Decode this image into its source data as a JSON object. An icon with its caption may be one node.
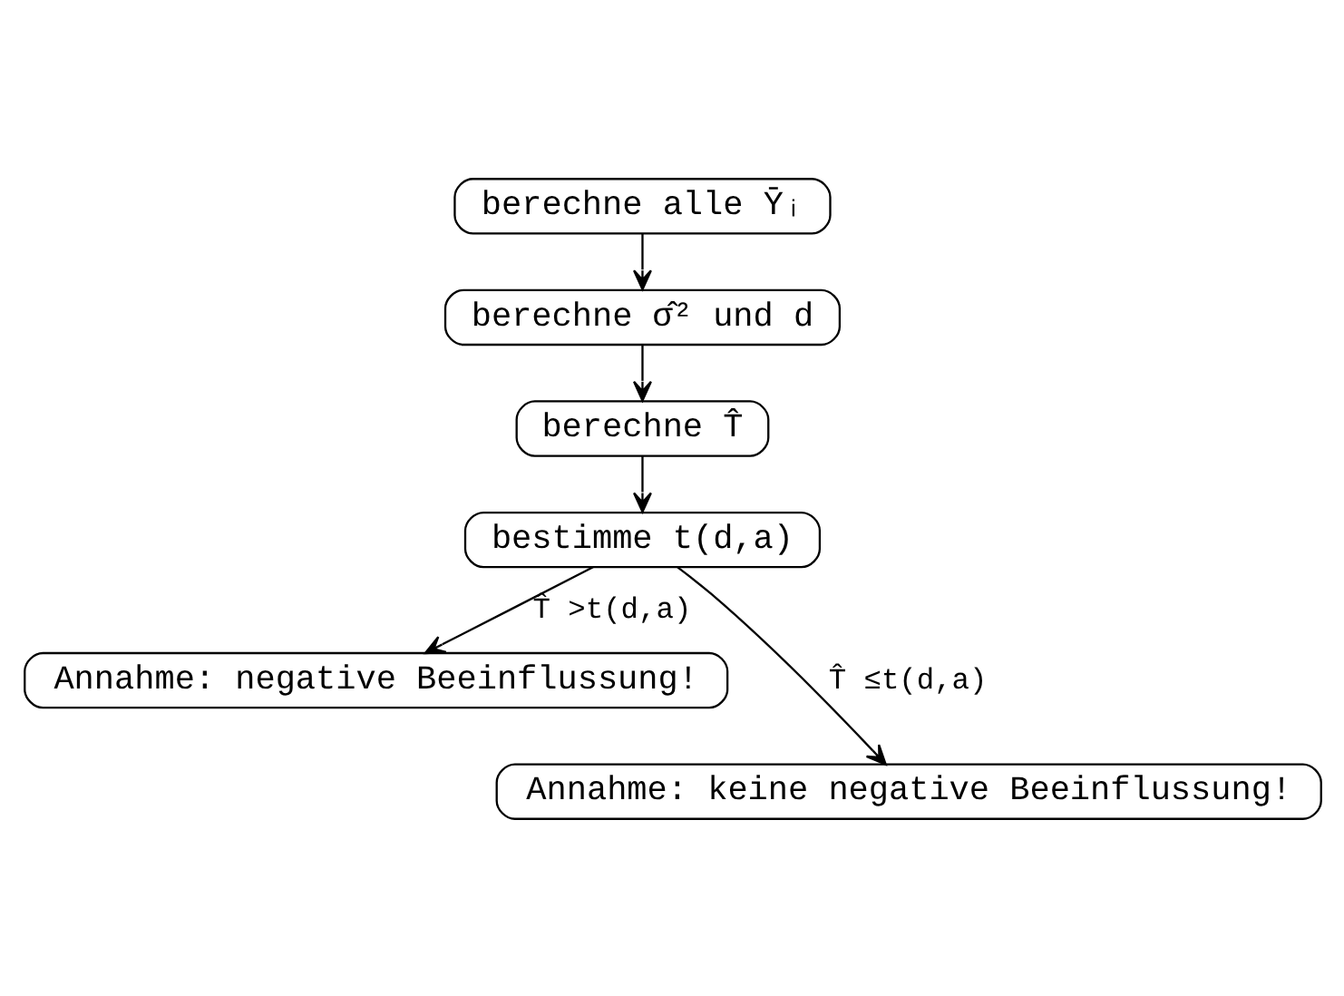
{
  "diagram": {
    "nodes": [
      {
        "text": [
          "berechne alle Ȳᵢ"
        ]
      },
      {
        "text": [
          "berechne σ̂² und d"
        ]
      },
      {
        "text": [
          "berechne T̂"
        ]
      },
      {
        "text": [
          "bestimme t(d,a)"
        ]
      },
      {
        "text": [
          "Annahme: negative Beeinflussung!"
        ]
      },
      {
        "text": [
          "Annahme: keine negative Beeinflussung!"
        ]
      }
    ],
    "edges": [
      {
        "from": 0,
        "to": 1,
        "arrow": "to"
      },
      {
        "from": 1,
        "to": 2,
        "arrow": "to"
      },
      {
        "from": 2,
        "to": 3,
        "arrow": "to"
      },
      {
        "from": 3,
        "to": 5,
        "arrow": "to",
        "label": "T̂ ≤t(d,a)"
      },
      {
        "from": 3,
        "to": 4,
        "arrow": "to",
        "label": "T̂ >t(d,a)"
      }
    ]
  }
}
